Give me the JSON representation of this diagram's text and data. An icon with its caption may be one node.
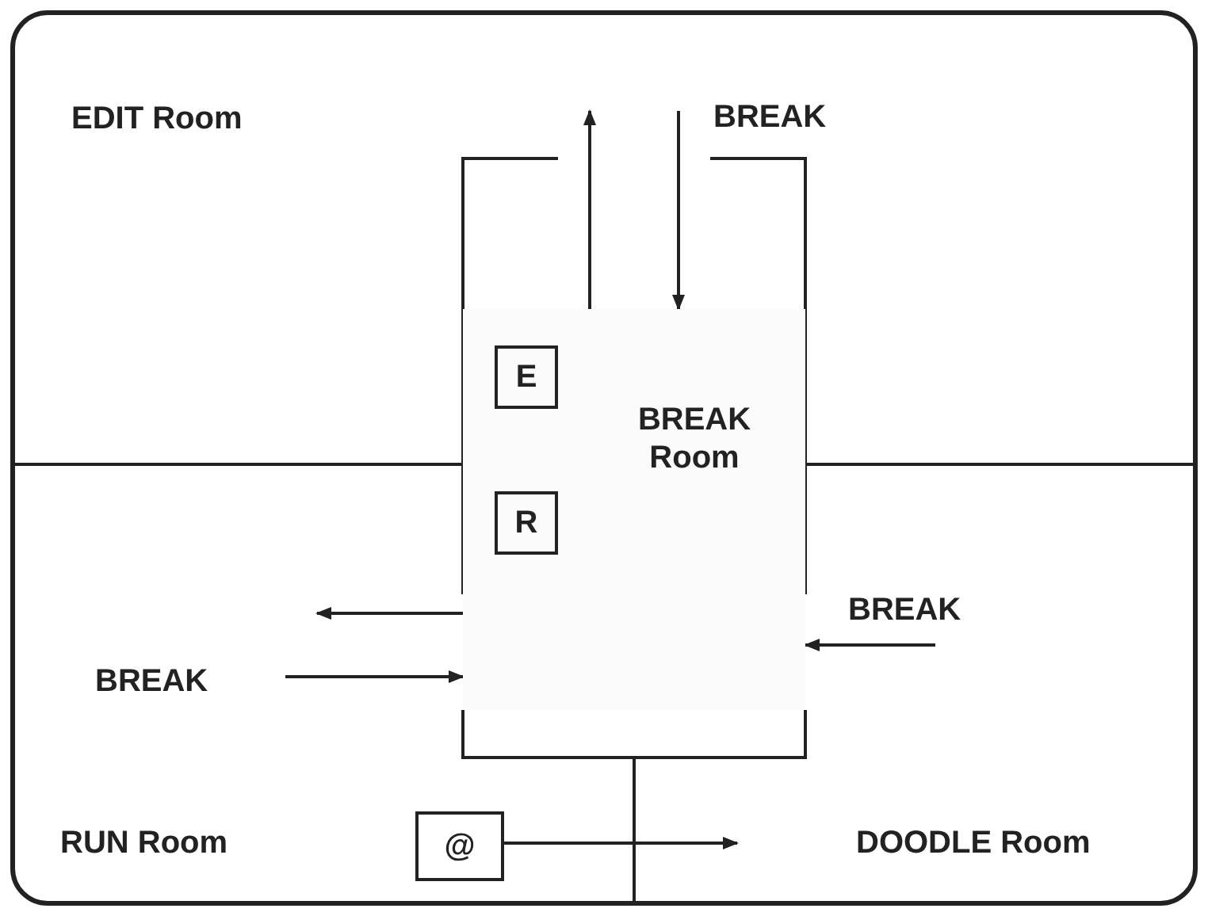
{
  "diagram": {
    "nodes": [
      {
        "text": [
          "EDIT Room"
        ]
      },
      {
        "text": [
          "BREAK Room"
        ]
      },
      {
        "text": [
          "E"
        ],
        "in": 1
      },
      {
        "text": [
          "R"
        ],
        "in": 1
      },
      {
        "text": [
          "RUN Room"
        ]
      },
      {
        "text": [
          "@"
        ]
      },
      {
        "text": [
          "DOODLE Room"
        ]
      }
    ],
    "edges": [
      {
        "from": 1,
        "to": null,
        "arrow": "to"
      },
      {
        "from": null,
        "to": 1,
        "arrow": "to",
        "label": "BREAK"
      },
      {
        "from": 1,
        "to": null,
        "arrow": "to"
      },
      {
        "from": null,
        "to": 1,
        "arrow": "to",
        "label": "BREAK"
      },
      {
        "from": null,
        "to": 1,
        "arrow": "to",
        "label": "BREAK"
      },
      {
        "from": 5,
        "to": null,
        "arrow": "to"
      }
    ]
  }
}
